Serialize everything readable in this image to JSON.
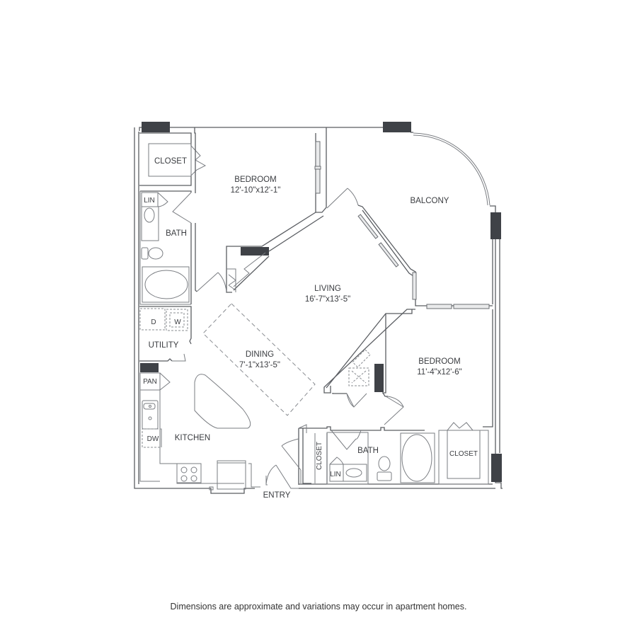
{
  "floorplan": {
    "rooms": [
      {
        "id": "closet-nw",
        "label": "CLOSET",
        "dims": ""
      },
      {
        "id": "bedroom-1",
        "label": "BEDROOM",
        "dims": "12'-10\"x12'-1\""
      },
      {
        "id": "balcony",
        "label": "BALCONY",
        "dims": ""
      },
      {
        "id": "lin-1",
        "label": "LIN",
        "dims": ""
      },
      {
        "id": "bath-1",
        "label": "BATH",
        "dims": ""
      },
      {
        "id": "living",
        "label": "LIVING",
        "dims": "16'-7\"x13'-5\""
      },
      {
        "id": "dryer",
        "label": "D",
        "dims": ""
      },
      {
        "id": "washer",
        "label": "W",
        "dims": ""
      },
      {
        "id": "utility",
        "label": "UTILITY",
        "dims": ""
      },
      {
        "id": "dining",
        "label": "DINING",
        "dims": "7'-1\"x13'-5\""
      },
      {
        "id": "bedroom-2",
        "label": "BEDROOM",
        "dims": "11'-4\"x12'-6\""
      },
      {
        "id": "pantry",
        "label": "PAN",
        "dims": ""
      },
      {
        "id": "dishwasher",
        "label": "DW",
        "dims": ""
      },
      {
        "id": "kitchen",
        "label": "KITCHEN",
        "dims": ""
      },
      {
        "id": "closet-hall",
        "label": "CLOSET",
        "dims": ""
      },
      {
        "id": "bath-2",
        "label": "BATH",
        "dims": ""
      },
      {
        "id": "lin-2",
        "label": "LIN",
        "dims": ""
      },
      {
        "id": "closet-se",
        "label": "CLOSET",
        "dims": ""
      },
      {
        "id": "entry",
        "label": "ENTRY",
        "dims": ""
      }
    ],
    "colors": {
      "wall": "#5a5d62",
      "column": "#3f4247",
      "text": "#3a3c40"
    }
  },
  "footer": {
    "disclaimer": "Dimensions are approximate and variations may occur in apartment homes."
  }
}
